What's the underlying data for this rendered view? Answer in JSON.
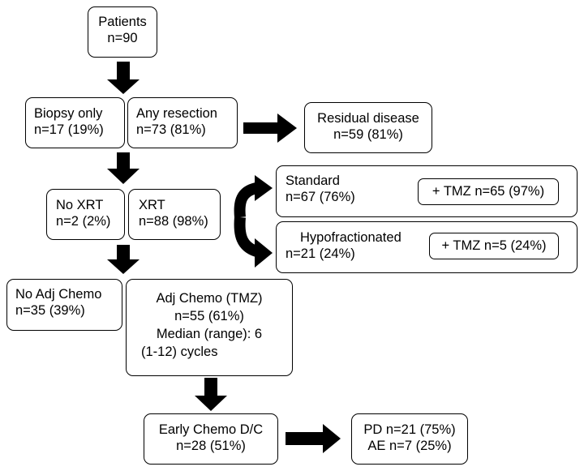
{
  "patients": {
    "label": "Patients",
    "count": "n=90"
  },
  "surgery": {
    "biopsy": {
      "label": "Biopsy only",
      "count": "n=17 (19%)"
    },
    "resection": {
      "label": "Any resection",
      "count": "n=73 (81%)"
    },
    "residual": {
      "label": "Residual disease",
      "count": "n=59 (81%)"
    }
  },
  "radiation": {
    "no_xrt": {
      "label": "No XRT",
      "count": "n=2 (2%)"
    },
    "xrt": {
      "label": "XRT",
      "count": "n=88 (98%)"
    },
    "standard": {
      "label": "Standard",
      "count": "n=67 (76%)",
      "tmz": "+ TMZ n=65 (97%)"
    },
    "hypofractionated": {
      "label": "Hypofractionated",
      "count": "n=21 (24%)",
      "tmz": "+ TMZ n=5 (24%)"
    }
  },
  "chemo": {
    "no_adj": {
      "label": "No Adj Chemo",
      "count": "n=35 (39%)"
    },
    "adj": {
      "label": "Adj Chemo (TMZ)",
      "count": "n=55 (61%)",
      "median_label": "Median (range): 6",
      "median_range": "(1-12) cycles"
    },
    "early_dc": {
      "label": "Early Chemo D/C",
      "count": "n=28 (51%)"
    },
    "reasons": {
      "pd": "PD n=21 (75%)",
      "ae": "AE n=7 (25%)"
    }
  }
}
